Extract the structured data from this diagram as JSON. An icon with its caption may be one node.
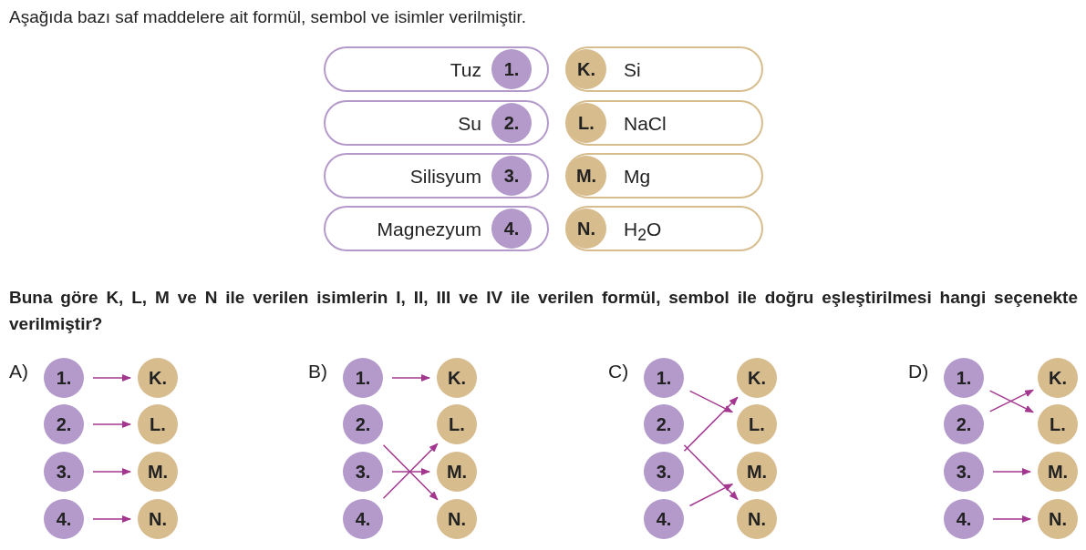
{
  "diagram": {
    "title": "Aşağıda bazı saf maddelere ait formül, sembol ve isimler verilmiştir.",
    "nodes": [
      {
        "text": [
          "Tuz"
        ]
      },
      {
        "text": [
          "1."
        ],
        "in": 0
      },
      {
        "text": [
          "Si"
        ]
      },
      {
        "text": [
          "K."
        ],
        "in": 2
      },
      {
        "text": [
          "Su"
        ]
      },
      {
        "text": [
          "2."
        ],
        "in": 4
      },
      {
        "text": [
          "NaCl"
        ]
      },
      {
        "text": [
          "L."
        ],
        "in": 6
      },
      {
        "text": [
          "Silisyum"
        ]
      },
      {
        "text": [
          "3."
        ],
        "in": 8
      },
      {
        "text": [
          "Mg"
        ]
      },
      {
        "text": [
          "M."
        ],
        "in": 10
      },
      {
        "text": [
          "Magnezyum"
        ]
      },
      {
        "text": [
          "4."
        ],
        "in": 12
      },
      {
        "text": [
          "H$_{2}$O"
        ]
      },
      {
        "text": [
          "N."
        ],
        "in": 14
      },
      {
        "text": [
          "1."
        ]
      },
      {
        "text": [
          "2."
        ]
      },
      {
        "text": [
          "3."
        ]
      },
      {
        "text": [
          "4."
        ]
      },
      {
        "text": [
          "K."
        ]
      },
      {
        "text": [
          "L."
        ]
      },
      {
        "text": [
          "M."
        ]
      },
      {
        "text": [
          "N."
        ]
      },
      {
        "text": [
          "1."
        ]
      },
      {
        "text": [
          "2."
        ]
      },
      {
        "text": [
          "3."
        ]
      },
      {
        "text": [
          "4."
        ]
      },
      {
        "text": [
          "K."
        ]
      },
      {
        "text": [
          "L."
        ]
      },
      {
        "text": [
          "M."
        ]
      },
      {
        "text": [
          "N."
        ]
      },
      {
        "text": [
          "1."
        ]
      },
      {
        "text": [
          "2."
        ]
      },
      {
        "text": [
          "3."
        ]
      },
      {
        "text": [
          "4."
        ]
      },
      {
        "text": [
          "K."
        ]
      },
      {
        "text": [
          "L."
        ]
      },
      {
        "text": [
          "M."
        ]
      },
      {
        "text": [
          "N."
        ]
      },
      {
        "text": [
          "1."
        ]
      },
      {
        "text": [
          "2."
        ]
      },
      {
        "text": [
          "3."
        ]
      },
      {
        "text": [
          "4."
        ]
      },
      {
        "text": [
          "K."
        ]
      },
      {
        "text": [
          "L."
        ]
      },
      {
        "text": [
          "M."
        ]
      },
      {
        "text": [
          "N."
        ]
      }
    ],
    "edges": [
      {
        "from": 16,
        "to": 20,
        "arrow": "to"
      },
      {
        "from": 17,
        "to": 21,
        "arrow": "to"
      },
      {
        "from": 18,
        "to": 22,
        "arrow": "to"
      },
      {
        "from": 19,
        "to": 23,
        "arrow": "to"
      },
      {
        "from": 24,
        "to": 28,
        "arrow": "to"
      },
      {
        "from": 25,
        "to": 31,
        "arrow": "to"
      },
      {
        "from": 26,
        "to": 30,
        "arrow": "to"
      },
      {
        "from": 27,
        "to": 29,
        "arrow": "to"
      },
      {
        "from": 32,
        "to": 37,
        "arrow": "to"
      },
      {
        "from": 33,
        "to": 39,
        "arrow": "to"
      },
      {
        "from": 34,
        "to": 36,
        "arrow": "to"
      },
      {
        "from": 35,
        "to": 38,
        "arrow": "to"
      },
      {
        "from": 40,
        "to": 45,
        "arrow": "to"
      },
      {
        "from": 41,
        "to": 44,
        "arrow": "to"
      },
      {
        "from": 42,
        "to": 46,
        "arrow": "to"
      },
      {
        "from": 43,
        "to": 47,
        "arrow": "to"
      }
    ],
    "labels": [
      "Buna göre K, L, M ve N ile verilen isimlerin I, II, III ve IV ile verilen formül, sembol ile doğru eşleştirilmesi hangi seçenekte verilmiştir?",
      "A)",
      "B)",
      "C)",
      "D)"
    ]
  }
}
